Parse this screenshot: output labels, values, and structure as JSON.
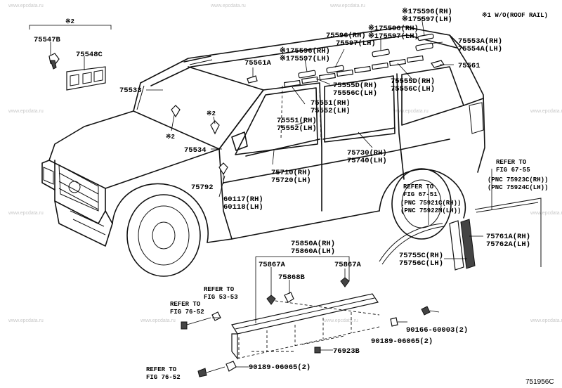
{
  "watermark": "www.epcdata.ru",
  "note": "※1 W/O(ROOF RAIL)",
  "figure_id": "751956C",
  "bracket_mark": "※2",
  "labels": {
    "p75547B": "75547B",
    "p75548C": "75548C",
    "p75533": "75533",
    "p75534": "75534",
    "star2a": "※2",
    "star2b": "※2",
    "p75561A": "75561A",
    "p175596a": "※175596(RH)",
    "p175597a": "※175597(LH)",
    "p75596": "75596(RH)",
    "p75597": "75597(LH)",
    "p175596b": "※175596(RH)",
    "p175597b": "※175597(LH)",
    "p175596c": "※175596(RH)",
    "p175597c": "※175597(LH)",
    "p75553A": "75553A(RH)",
    "p75554A": "75554A(LH)",
    "p75561": "75561",
    "p75555D": "75555D(RH)",
    "p75556C": "75556C(LH)",
    "p75555D2": "75555D(RH)",
    "p75556C2": "75556C(LH)",
    "p75551": "75551(RH)",
    "p75552": "75552(LH)",
    "p75551b": "75551(RH)",
    "p75552b": "75552(LH)",
    "p75710": "75710(RH)",
    "p75720": "75720(LH)",
    "p75730": "75730(RH)",
    "p75740": "75740(LH)",
    "p75792": "75792",
    "p60117": "60117(RH)",
    "p60118": "60118(LH)",
    "refer6755": "REFER TO",
    "fig6755": "FIG 67-55",
    "pnc75923C": "(PNC 75923C(RH))",
    "pnc75924C": "(PNC 75924C(LH))",
    "refer6751": "REFER TO",
    "fig6751": "FIG 67-51",
    "pnc75921C": "(PNC 75921C(RH))",
    "pnc75922M": "(PNC 75922M(LH))",
    "p75761A": "75761A(RH)",
    "p75762A": "75762A(LH)",
    "p75755C": "75755C(RH)",
    "p75756C": "75756C(LH)",
    "p75850A": "75850A(RH)",
    "p75860A": "75860A(LH)",
    "p75867Aa": "75867A",
    "p75867Ab": "75867A",
    "p75868B": "75868B",
    "refer5353": "REFER TO",
    "fig5353": "FIG 53-53",
    "refer7652a": "REFER TO",
    "fig7652a": "FIG 76-52",
    "p90166": "90166-60003(2)",
    "p90189a": "90189-06065(2)",
    "p76923B": "76923B",
    "refer7652b": "REFER TO",
    "fig7652b": "FIG 76-52",
    "p90189b": "90189-06065(2)"
  }
}
